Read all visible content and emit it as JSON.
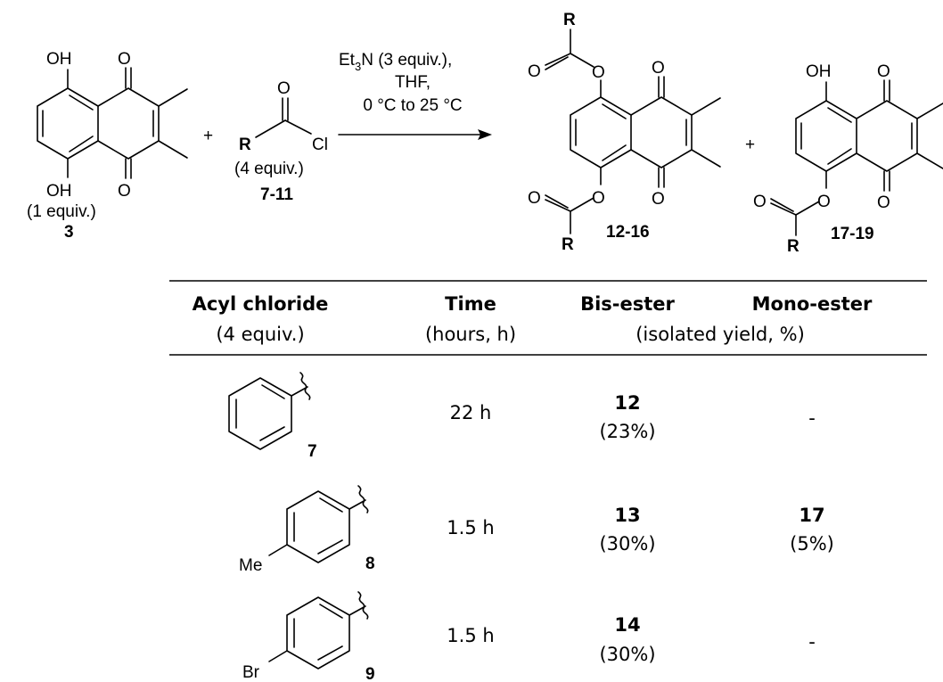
{
  "reactants": {
    "sm_label": "3",
    "sm_equiv": "(1 equiv.)",
    "plus": "+",
    "acyl_R": "R",
    "acyl_Cl": "Cl",
    "acyl_O": "O",
    "acyl_equiv": "(4 equiv.)",
    "acyl_label": "7-11"
  },
  "atoms": {
    "oh": "OH",
    "o": "O",
    "r": "R"
  },
  "conditions": {
    "reagent_main": "Et",
    "reagent_sub": "3",
    "reagent_rest": "N (3 equiv.),",
    "solvent": "THF,",
    "temperature": "0 °C to 25 °C"
  },
  "products": {
    "bis_label": "12-16",
    "mono_label": "17-19",
    "plus": "+"
  },
  "table": {
    "headers": [
      "Acyl chloride",
      "Time",
      "Bis-ester",
      "Mono-ester"
    ],
    "subheaders": [
      "(4 equiv.)",
      "(hours, h)",
      "(isolated yield, %)"
    ],
    "rows": [
      {
        "acyl_label": "7",
        "substituent": "",
        "time": "22 h",
        "bis_num": "12",
        "bis_yield": "(23%)",
        "mono_num": "",
        "mono_yield": "",
        "mono_dash": "-"
      },
      {
        "acyl_label": "8",
        "substituent": "Me",
        "time": "1.5 h",
        "bis_num": "13",
        "bis_yield": "(30%)",
        "mono_num": "17",
        "mono_yield": "(5%)",
        "mono_dash": ""
      },
      {
        "acyl_label": "9",
        "substituent": "Br",
        "time": "1.5 h",
        "bis_num": "14",
        "bis_yield": "(30%)",
        "mono_num": "",
        "mono_yield": "",
        "mono_dash": "-"
      }
    ]
  }
}
